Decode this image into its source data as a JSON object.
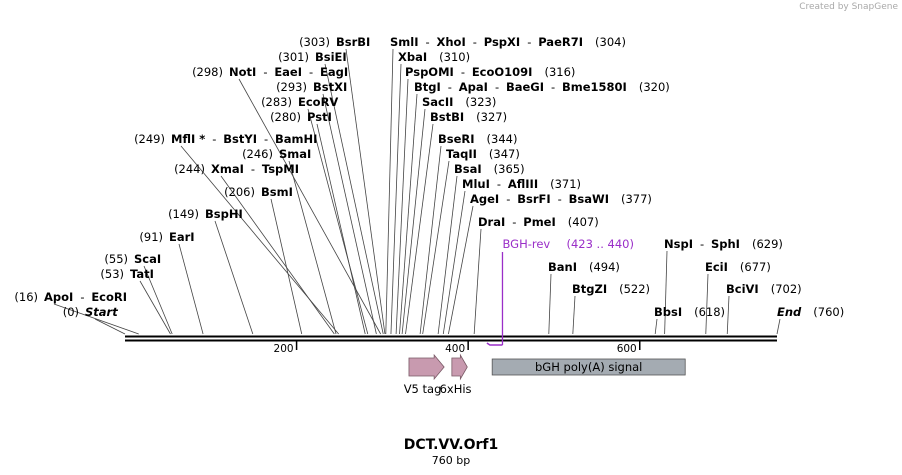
{
  "watermark": "Created by SnapGene",
  "title": "DCT.VV.Orf1",
  "length_label": "760 bp",
  "backbone": {
    "length": 760,
    "ticks": [
      200,
      400,
      600
    ]
  },
  "colors": {
    "primer": "#9a2ec8",
    "tag": "#c89aaf",
    "signal": "#a4abb2",
    "line": "#000000"
  },
  "enzymes": [
    {
      "parts": [
        {
          "text": "BsrBI"
        }
      ],
      "pos": "(303)",
      "pos_side": "left",
      "site": 303
    },
    {
      "parts": [
        {
          "text": "SmlI"
        },
        {
          "text": "XhoI"
        },
        {
          "text": "PspXI"
        },
        {
          "text": "PaeR7I"
        }
      ],
      "pos": "(304)",
      "pos_side": "right",
      "site": 304
    },
    {
      "parts": [
        {
          "text": "BsiEI"
        }
      ],
      "pos": "(301)",
      "pos_side": "left",
      "site": 301
    },
    {
      "parts": [
        {
          "text": "XbaI"
        }
      ],
      "pos": "(310)",
      "pos_side": "right",
      "site": 310
    },
    {
      "parts": [
        {
          "text": "NotI"
        },
        {
          "text": "EaeI"
        },
        {
          "text": "EagI"
        }
      ],
      "pos": "(298)",
      "pos_side": "left",
      "site": 298
    },
    {
      "parts": [
        {
          "text": "PspOMI"
        },
        {
          "text": "EcoO109I"
        }
      ],
      "pos": "(316)",
      "pos_side": "right",
      "site": 316
    },
    {
      "parts": [
        {
          "text": "BstXI"
        }
      ],
      "pos": "(293)",
      "pos_side": "left",
      "site": 293
    },
    {
      "parts": [
        {
          "text": "BtgI"
        },
        {
          "text": "ApaI"
        },
        {
          "text": "BaeGI"
        },
        {
          "text": "Bme1580I"
        }
      ],
      "pos": "(320)",
      "pos_side": "right",
      "site": 320
    },
    {
      "parts": [
        {
          "text": "EcoRV"
        }
      ],
      "pos": "(283)",
      "pos_side": "left",
      "site": 283
    },
    {
      "parts": [
        {
          "text": "SacII"
        }
      ],
      "pos": "(323)",
      "pos_side": "right",
      "site": 323
    },
    {
      "parts": [
        {
          "text": "PstI"
        }
      ],
      "pos": "(280)",
      "pos_side": "left",
      "site": 280
    },
    {
      "parts": [
        {
          "text": "BstBI"
        }
      ],
      "pos": "(327)",
      "pos_side": "right",
      "site": 327
    },
    {
      "parts": [
        {
          "text": "MflI *"
        },
        {
          "text": "BstYI"
        },
        {
          "text": "BamHI"
        }
      ],
      "pos": "(249)",
      "pos_side": "left",
      "site": 249
    },
    {
      "parts": [
        {
          "text": "BseRI"
        }
      ],
      "pos": "(344)",
      "pos_side": "right",
      "site": 344
    },
    {
      "parts": [
        {
          "text": "SmaI"
        }
      ],
      "pos": "(246)",
      "pos_side": "left",
      "site": 246
    },
    {
      "parts": [
        {
          "text": "TaqII"
        }
      ],
      "pos": "(347)",
      "pos_side": "right",
      "site": 347
    },
    {
      "parts": [
        {
          "text": "XmaI"
        },
        {
          "text": "TspMI"
        }
      ],
      "pos": "(244)",
      "pos_side": "left",
      "site": 244
    },
    {
      "parts": [
        {
          "text": "BsaI"
        }
      ],
      "pos": "(365)",
      "pos_side": "right",
      "site": 365
    },
    {
      "parts": [
        {
          "text": "BsmI"
        }
      ],
      "pos": "(206)",
      "pos_side": "left",
      "site": 206
    },
    {
      "parts": [
        {
          "text": "MluI"
        },
        {
          "text": "AflIII"
        }
      ],
      "pos": "(371)",
      "pos_side": "right",
      "site": 371
    },
    {
      "parts": [
        {
          "text": "AgeI"
        },
        {
          "text": "BsrFI"
        },
        {
          "text": "BsaWI"
        }
      ],
      "pos": "(377)",
      "pos_side": "right",
      "site": 377
    },
    {
      "parts": [
        {
          "text": "BspHI"
        }
      ],
      "pos": "(149)",
      "pos_side": "left",
      "site": 149
    },
    {
      "parts": [
        {
          "text": "DraI"
        },
        {
          "text": "PmeI"
        }
      ],
      "pos": "(407)",
      "pos_side": "right",
      "site": 407
    },
    {
      "parts": [
        {
          "text": "EarI"
        }
      ],
      "pos": "(91)",
      "pos_side": "left",
      "site": 91
    },
    {
      "parts": [
        {
          "text": "NspI"
        },
        {
          "text": "SphI"
        }
      ],
      "pos": "(629)",
      "pos_side": "right",
      "site": 629
    },
    {
      "parts": [
        {
          "text": "ScaI"
        }
      ],
      "pos": "(55)",
      "pos_side": "left",
      "site": 55
    },
    {
      "parts": [
        {
          "text": "BanI"
        }
      ],
      "pos": "(494)",
      "pos_side": "right",
      "site": 494
    },
    {
      "parts": [
        {
          "text": "EciI"
        }
      ],
      "pos": "(677)",
      "pos_side": "right",
      "site": 677
    },
    {
      "parts": [
        {
          "text": "TatI"
        }
      ],
      "pos": "(53)",
      "pos_side": "left",
      "site": 53
    },
    {
      "parts": [
        {
          "text": "BtgZI"
        }
      ],
      "pos": "(522)",
      "pos_side": "right",
      "site": 522
    },
    {
      "parts": [
        {
          "text": "BciVI"
        }
      ],
      "pos": "(702)",
      "pos_side": "right",
      "site": 702
    },
    {
      "parts": [
        {
          "text": "ApoI"
        },
        {
          "text": "EcoRI"
        }
      ],
      "pos": "(16)",
      "pos_side": "left",
      "site": 16
    },
    {
      "parts": [
        {
          "text": "BbsI"
        }
      ],
      "pos": "(618)",
      "pos_side": "right",
      "site": 618
    },
    {
      "parts": [
        {
          "text": "Start",
          "italic": true
        }
      ],
      "pos": "(0)",
      "pos_side": "left",
      "site": 0
    },
    {
      "parts": [
        {
          "text": "End",
          "italic": true
        }
      ],
      "pos": "(760)",
      "pos_side": "right",
      "site": 760
    }
  ],
  "primer": {
    "name": "BGH-rev",
    "range": "(423 .. 440)",
    "start": 423,
    "end": 440,
    "direction": "reverse"
  },
  "features": [
    {
      "name": "V5 tag",
      "start": 331,
      "end": 372,
      "type": "arrow",
      "label_position": "below"
    },
    {
      "name": "6xHis",
      "start": 381,
      "end": 399,
      "type": "arrow",
      "label_position": "below"
    },
    {
      "name": "bGH poly(A) signal",
      "start": 428,
      "end": 653,
      "type": "box",
      "label_position": "inside"
    }
  ]
}
